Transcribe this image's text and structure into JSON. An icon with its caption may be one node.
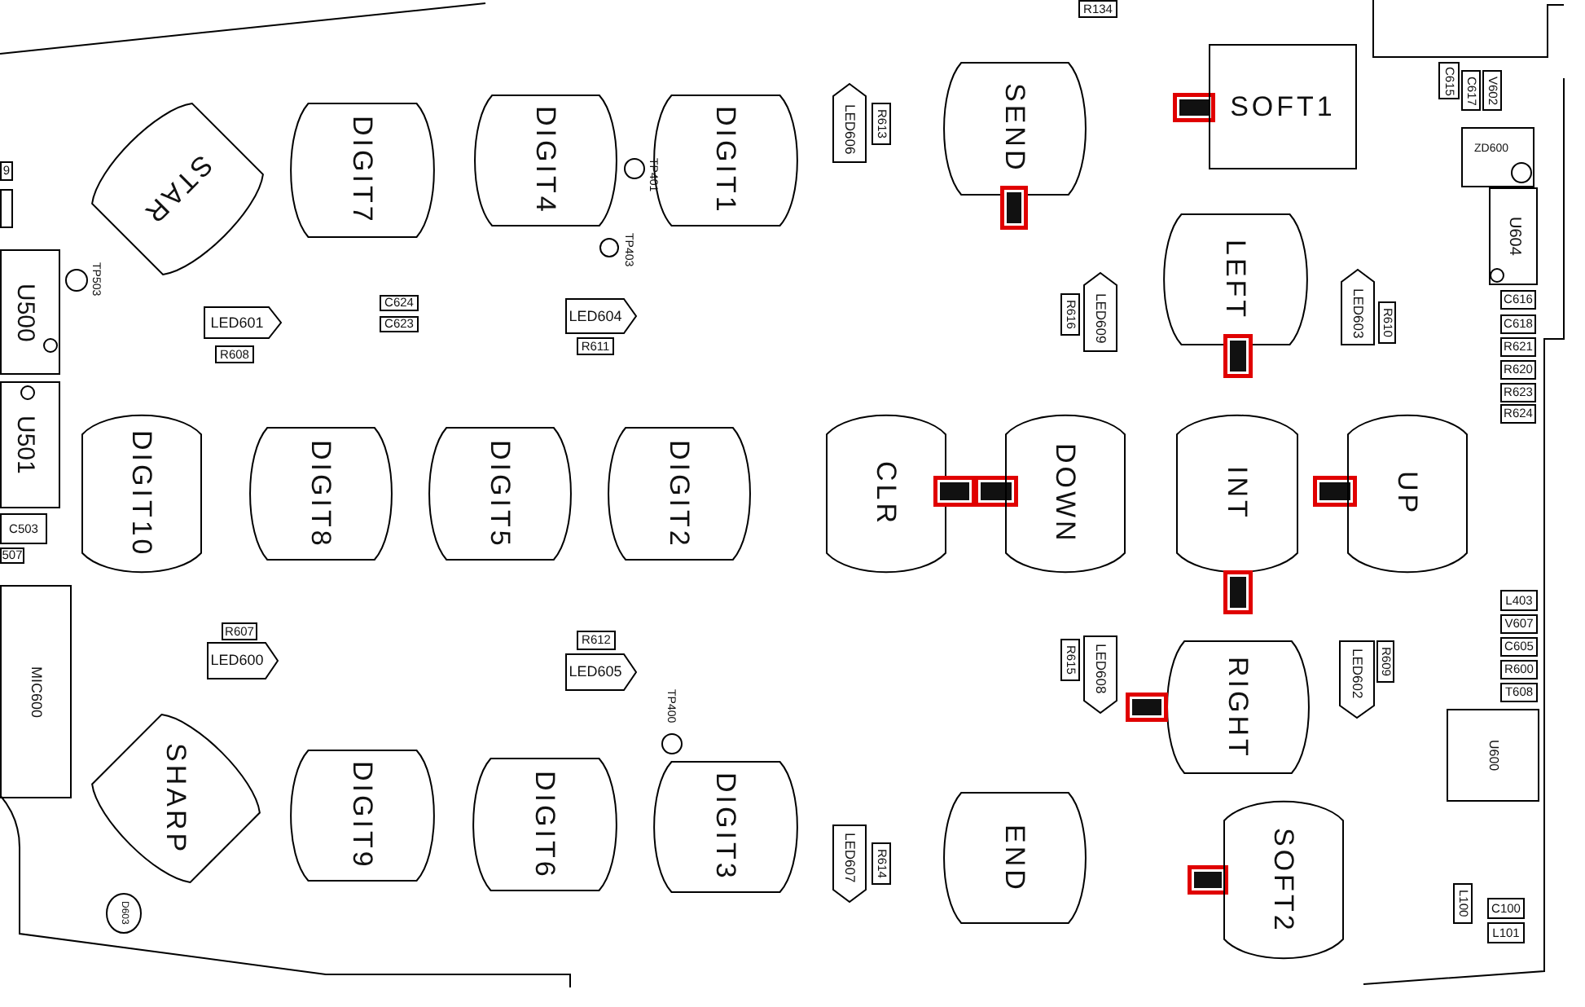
{
  "diagram": {
    "nodes": [
      {
        "text": [
          "R134"
        ]
      },
      {
        "text": [
          "C615"
        ]
      },
      {
        "text": [
          "C617"
        ]
      },
      {
        "text": [
          "V602"
        ]
      },
      {
        "text": [
          "STAR"
        ]
      },
      {
        "text": [
          "DIGIT7"
        ]
      },
      {
        "text": [
          "DIGIT4"
        ]
      },
      {
        "text": [
          "DIGIT1"
        ]
      },
      {
        "text": [
          "LED606"
        ]
      },
      {
        "text": [
          "R613"
        ]
      },
      {
        "text": [
          "SEND"
        ]
      },
      {
        "text": [],
        "shape": "box"
      },
      {
        "text": [],
        "shape": "box"
      },
      {
        "text": [
          "SOFT1"
        ]
      },
      {
        "text": [
          "ZD600"
        ]
      },
      {
        "text": [
          "U604"
        ]
      },
      {
        "text": [
          "9"
        ]
      },
      {
        "text": [],
        "shape": "box"
      },
      {
        "text": [
          "U500"
        ]
      },
      {
        "text": [],
        "shape": "circle",
        "beside": [
          "TP503"
        ]
      },
      {
        "text": [],
        "shape": "circle",
        "beside": [
          "TP401"
        ]
      },
      {
        "text": [],
        "shape": "circle",
        "beside": [
          "TP403"
        ]
      },
      {
        "text": [
          "LEFT"
        ]
      },
      {
        "text": [
          "LED609"
        ]
      },
      {
        "text": [
          "R616"
        ]
      },
      {
        "text": [
          "LED603"
        ]
      },
      {
        "text": [
          "R610"
        ]
      },
      {
        "text": [
          "C616"
        ]
      },
      {
        "text": [
          "C618"
        ]
      },
      {
        "text": [
          "R621"
        ]
      },
      {
        "text": [
          "R620"
        ]
      },
      {
        "text": [
          "R623"
        ]
      },
      {
        "text": [
          "R624"
        ]
      },
      {
        "text": [
          "LED601"
        ]
      },
      {
        "text": [
          "R608"
        ]
      },
      {
        "text": [
          "C624"
        ]
      },
      {
        "text": [
          "C623"
        ]
      },
      {
        "text": [
          "LED604"
        ]
      },
      {
        "text": [
          "R611"
        ]
      },
      {
        "text": [],
        "shape": "box"
      },
      {
        "text": [
          "U501"
        ]
      },
      {
        "text": [
          "DIGIT10"
        ]
      },
      {
        "text": [
          "DIGIT8"
        ]
      },
      {
        "text": [
          "DIGIT5"
        ]
      },
      {
        "text": [
          "DIGIT2"
        ]
      },
      {
        "text": [
          "CLR"
        ]
      },
      {
        "text": [],
        "shape": "box"
      },
      {
        "text": [],
        "shape": "box"
      },
      {
        "text": [
          "DOWN"
        ]
      },
      {
        "text": [
          "INT"
        ]
      },
      {
        "text": [],
        "shape": "box"
      },
      {
        "text": [
          "UP"
        ]
      },
      {
        "text": [
          "C503"
        ]
      },
      {
        "text": [
          "507"
        ]
      },
      {
        "text": [],
        "shape": "box"
      },
      {
        "text": [
          "MIC600"
        ]
      },
      {
        "text": [
          "R607"
        ]
      },
      {
        "text": [
          "LED600"
        ]
      },
      {
        "text": [
          "R612"
        ]
      },
      {
        "text": [
          "LED605"
        ]
      },
      {
        "text": [],
        "shape": "circle",
        "beside": [
          "TP400"
        ]
      },
      {
        "text": [
          "R615"
        ]
      },
      {
        "text": [
          "LED608"
        ]
      },
      {
        "text": [
          "RIGHT"
        ]
      },
      {
        "text": [],
        "shape": "box"
      },
      {
        "text": [
          "LED602"
        ]
      },
      {
        "text": [
          "R609"
        ]
      },
      {
        "text": [
          "L403"
        ]
      },
      {
        "text": [
          "V607"
        ]
      },
      {
        "text": [
          "C605"
        ]
      },
      {
        "text": [
          "R600"
        ]
      },
      {
        "text": [
          "T608"
        ]
      },
      {
        "text": [
          "U600"
        ]
      },
      {
        "text": [
          "SHARP"
        ]
      },
      {
        "text": [
          "DIGIT9"
        ]
      },
      {
        "text": [
          "DIGIT6"
        ]
      },
      {
        "text": [
          "DIGIT3"
        ]
      },
      {
        "text": [
          "LED607"
        ]
      },
      {
        "text": [
          "R614"
        ]
      },
      {
        "text": [
          "END"
        ]
      },
      {
        "text": [],
        "shape": "box"
      },
      {
        "text": [
          "SOFT2"
        ]
      },
      {
        "text": [
          "D603"
        ]
      },
      {
        "text": [
          "L100"
        ]
      },
      {
        "text": [
          "C100"
        ]
      },
      {
        "text": [
          "L101"
        ]
      }
    ]
  }
}
